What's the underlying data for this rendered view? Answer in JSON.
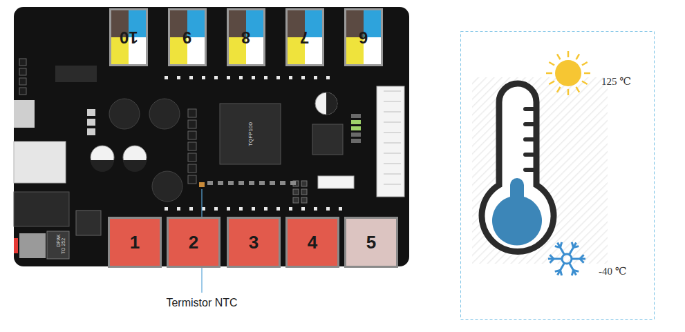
{
  "diagram": {
    "nodes": [
      {
        "text": [
          "10"
        ]
      },
      {
        "text": [
          "9"
        ]
      },
      {
        "text": [
          "8"
        ]
      },
      {
        "text": [
          "7"
        ]
      },
      {
        "text": [
          "6"
        ]
      },
      {
        "text": [
          "1"
        ]
      },
      {
        "text": [
          "2"
        ]
      },
      {
        "text": [
          "3"
        ]
      },
      {
        "text": [
          "4"
        ]
      },
      {
        "text": [
          "5"
        ]
      }
    ],
    "labels": [
      "TQFP100",
      "DPAK",
      "TO 252",
      "Termistor NTC",
      "125 ℃",
      "-40 ℃"
    ]
  }
}
